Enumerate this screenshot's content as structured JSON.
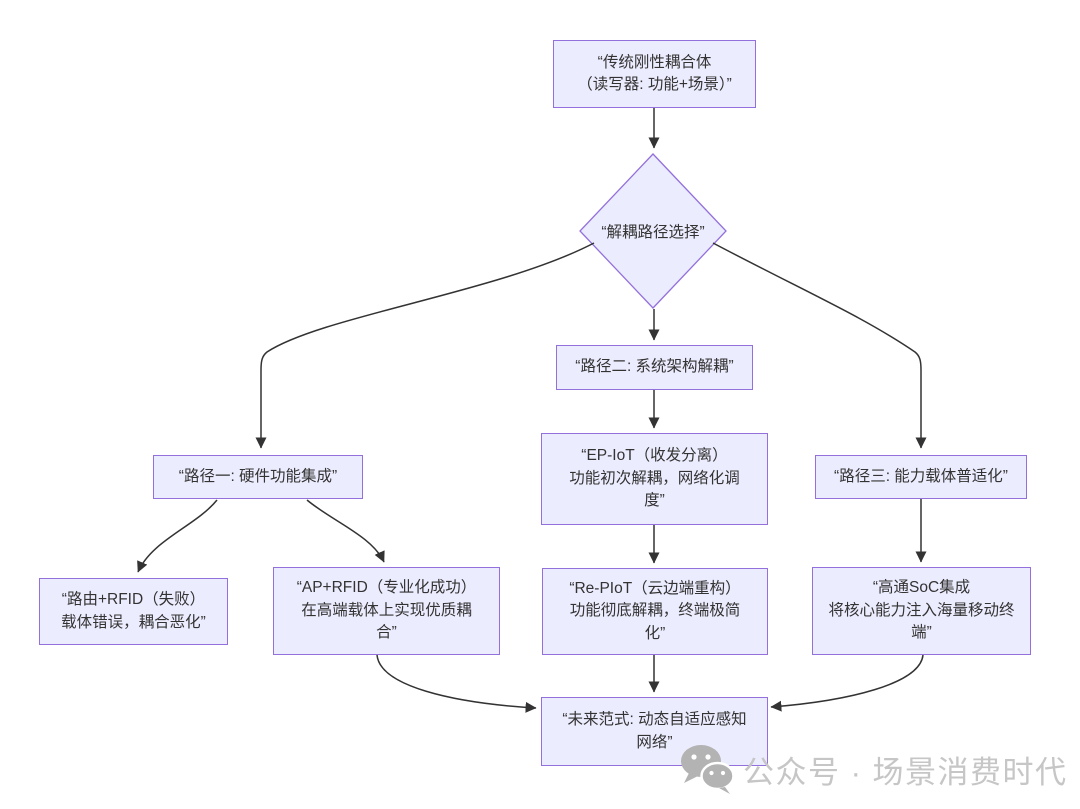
{
  "diagram": {
    "type": "flowchart",
    "nodes": {
      "root": {
        "shape": "rect",
        "label": "“传统刚性耦合体\n（读写器: 功能+场景）”"
      },
      "decision": {
        "shape": "diamond",
        "label": "“解耦路径选择”"
      },
      "path1": {
        "shape": "rect",
        "label": "“路径一: 硬件功能集成”"
      },
      "path2": {
        "shape": "rect",
        "label": "“路径二: 系统架构解耦”"
      },
      "path3": {
        "shape": "rect",
        "label": "“路径三: 能力载体普适化”"
      },
      "epiot": {
        "shape": "rect",
        "label": "“EP-IoT（收发分离）\n功能初次解耦，网络化调\n度”"
      },
      "fail": {
        "shape": "rect",
        "label": "“路由+RFID（失败）\n载体错误，耦合恶化”"
      },
      "ap": {
        "shape": "rect",
        "label": "“AP+RFID（专业化成功）\n在高端载体上实现优质耦\n合”"
      },
      "repiot": {
        "shape": "rect",
        "label": "“Re-PIoT（云边端重构）\n功能彻底解耦，终端极简\n化”"
      },
      "soc": {
        "shape": "rect",
        "label": "“高通SoC集成\n将核心能力注入海量移动终\n端”"
      },
      "future": {
        "shape": "rect",
        "label": "“未来范式: 动态自适应感知\n网络”"
      }
    },
    "edges": [
      {
        "from": "root",
        "to": "decision"
      },
      {
        "from": "decision",
        "to": "path1"
      },
      {
        "from": "decision",
        "to": "path2"
      },
      {
        "from": "decision",
        "to": "path3"
      },
      {
        "from": "path1",
        "to": "fail"
      },
      {
        "from": "path1",
        "to": "ap"
      },
      {
        "from": "path2",
        "to": "epiot"
      },
      {
        "from": "epiot",
        "to": "repiot"
      },
      {
        "from": "path3",
        "to": "soc"
      },
      {
        "from": "repiot",
        "to": "future"
      },
      {
        "from": "ap",
        "to": "future"
      },
      {
        "from": "soc",
        "to": "future"
      }
    ],
    "colors": {
      "node_fill": "#ECECFF",
      "node_border": "#9370DB",
      "edge": "#333333",
      "text": "#333333"
    }
  },
  "watermark": {
    "icon": "wechat-icon",
    "label": "公众号 · 场景消费时代",
    "color": "#c6c6c6"
  }
}
